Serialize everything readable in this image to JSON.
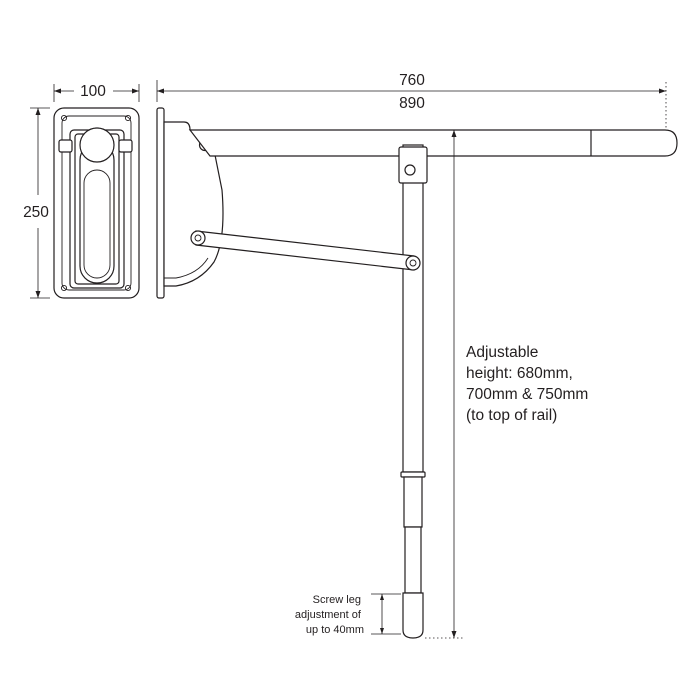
{
  "dimensions": {
    "width": "100",
    "plate_height": "250",
    "length_a": "760",
    "length_b": "890"
  },
  "notes": {
    "height_lines": [
      "Adjustable",
      "height: 680mm,",
      "700mm & 750mm",
      "(to top of rail)"
    ],
    "screw_lines": [
      "Screw leg",
      "adjustment of",
      "up to 40mm"
    ]
  }
}
